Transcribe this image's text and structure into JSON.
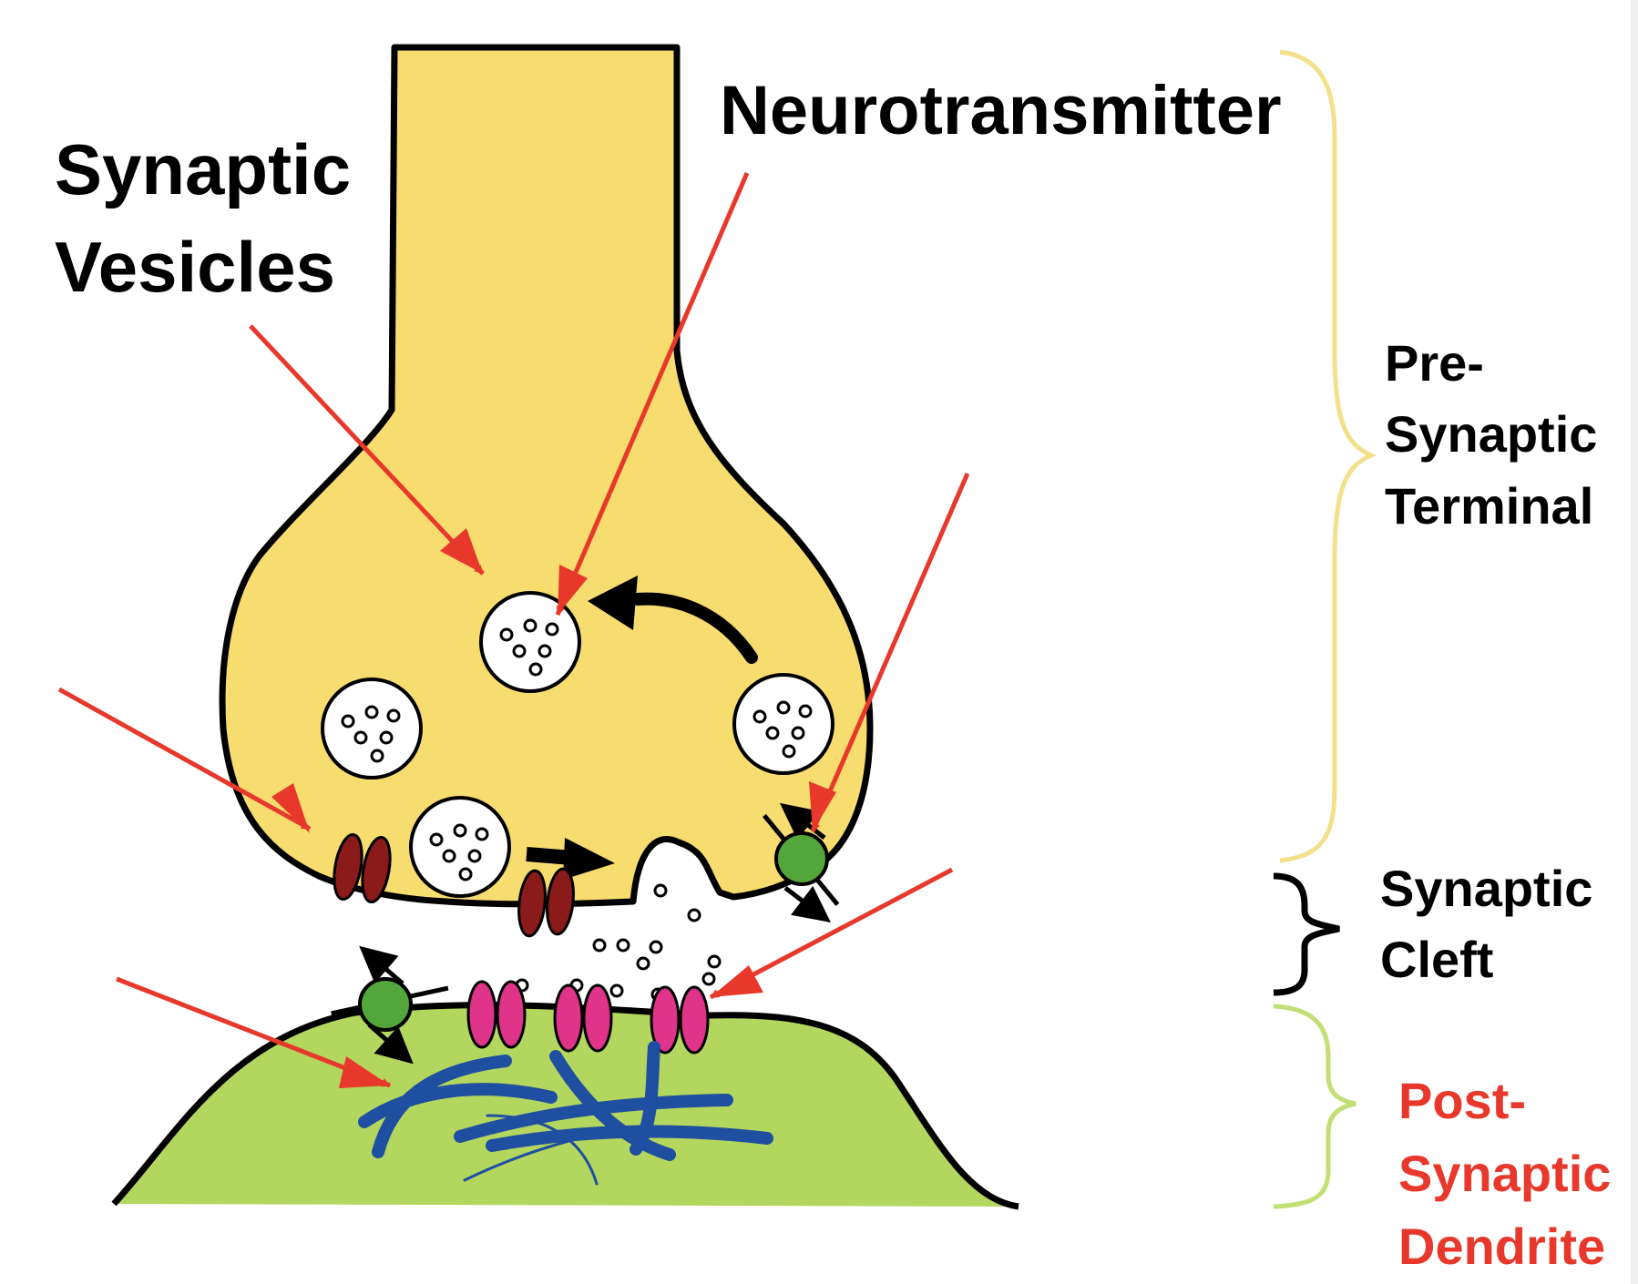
{
  "labels": {
    "synaptic_vesicles_line1": "Synaptic",
    "synaptic_vesicles_line2": "Vesicles",
    "neurotransmitter": "Neurotransmitter",
    "pre_line1": "Pre-",
    "pre_line2": "Synaptic",
    "pre_line3": "Terminal",
    "cleft_line1": "Synaptic",
    "cleft_line2": "Cleft",
    "post_line1": "Post-",
    "post_line2": "Synaptic",
    "post_line3": "Dendrite"
  },
  "colors": {
    "presynaptic_fill": "#f7dc6f",
    "postsynaptic_fill": "#b3d65f",
    "outline": "#000000",
    "pointer_arrow": "#e8382b",
    "brace_presynaptic": "#f3e08a",
    "brace_cleft": "#000000",
    "brace_postsynaptic": "#c2df74",
    "label_dark": "#000000",
    "label_post": "#e8382b",
    "voltage_channel": "#8b1a1a",
    "receptor": "#e0338a",
    "transporter": "#52a63a",
    "cytoskeleton": "#1f4fa0"
  }
}
